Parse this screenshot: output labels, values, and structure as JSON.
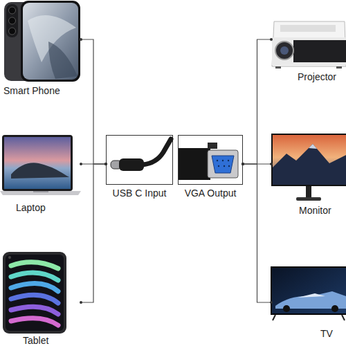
{
  "diagram": {
    "nodes": [
      {
        "text": [
          "Smart Phone"
        ]
      },
      {
        "text": [
          "Laptop"
        ]
      },
      {
        "text": [
          "Tablet"
        ]
      },
      {
        "text": [
          "USB C Input"
        ]
      },
      {
        "text": [
          "VGA Output"
        ]
      },
      {
        "text": [
          "Projector"
        ]
      },
      {
        "text": [
          "Monitor"
        ]
      },
      {
        "text": [
          "TV"
        ]
      }
    ],
    "edges": [
      {
        "from": 0,
        "to": 3,
        "arrow": "none"
      },
      {
        "from": 1,
        "to": 3,
        "arrow": "none"
      },
      {
        "from": 2,
        "to": 3,
        "arrow": "none"
      },
      {
        "from": 4,
        "to": 5,
        "arrow": "none"
      },
      {
        "from": 4,
        "to": 6,
        "arrow": "none"
      },
      {
        "from": 4,
        "to": 7,
        "arrow": "none"
      }
    ]
  }
}
